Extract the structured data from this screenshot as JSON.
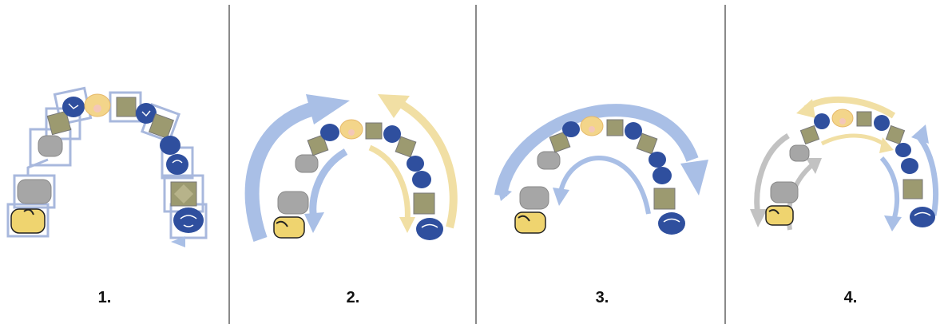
{
  "panels": [
    {
      "label": "1."
    },
    {
      "label": "2."
    },
    {
      "label": "3."
    },
    {
      "label": "4."
    }
  ],
  "colors": {
    "blue_arrow": "#a9bfe6",
    "yellow_arrow": "#f1dfa4",
    "gray_arrow": "#c2c2c2",
    "blue_tooth": "#2f4f9e",
    "olive_tooth": "#9c9a70",
    "gray_tooth": "#a6a6a6",
    "yellow_tooth": "#efd46f",
    "outline_box": "#a8b8dd",
    "divider": "#8a8a8a"
  }
}
